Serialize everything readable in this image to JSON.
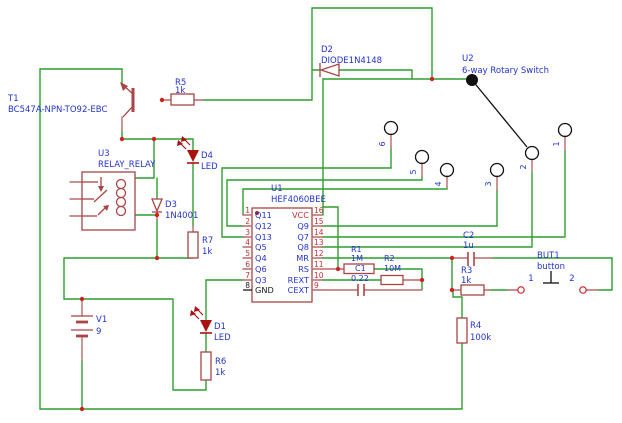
{
  "parts": {
    "t1": {
      "ref": "T1",
      "value": "BC547A-NPN-TO92-EBC"
    },
    "r5": {
      "ref": "R5",
      "value": "1k"
    },
    "u3": {
      "ref": "U3",
      "value": "RELAY_RELAY"
    },
    "d4": {
      "ref": "D4",
      "value": "LED"
    },
    "d3": {
      "ref": "D3",
      "value": "1N4001"
    },
    "r7": {
      "ref": "R7",
      "value": "1k"
    },
    "v1": {
      "ref": "V1",
      "value": "9"
    },
    "d1": {
      "ref": "D1",
      "value": "LED"
    },
    "r6": {
      "ref": "R6",
      "value": "1k"
    },
    "d2": {
      "ref": "D2",
      "value": "DIODE1N4148"
    },
    "u2": {
      "ref": "U2",
      "value": "6-way Rotary Switch"
    },
    "r1": {
      "ref": "R1",
      "value": "1M"
    },
    "c1": {
      "ref": "C1",
      "value": "0.22"
    },
    "r2": {
      "ref": "R2",
      "value": "10M"
    },
    "c2": {
      "ref": "C2",
      "value": "1u"
    },
    "r3": {
      "ref": "R3",
      "value": "1k"
    },
    "r4": {
      "ref": "R4",
      "value": "100k"
    },
    "but1": {
      "ref": "BUT1",
      "value": "button"
    }
  },
  "u1": {
    "ref": "U1",
    "value": "HEF4060BEE",
    "pins_left": [
      {
        "num": "1",
        "name": "Q11"
      },
      {
        "num": "2",
        "name": "Q12"
      },
      {
        "num": "3",
        "name": "Q13"
      },
      {
        "num": "4",
        "name": "Q5"
      },
      {
        "num": "5",
        "name": "Q4"
      },
      {
        "num": "6",
        "name": "Q6"
      },
      {
        "num": "7",
        "name": "Q3"
      },
      {
        "num": "8",
        "name": "GND"
      }
    ],
    "pins_right": [
      {
        "num": "16",
        "name": "VCC"
      },
      {
        "num": "15",
        "name": "Q9"
      },
      {
        "num": "14",
        "name": "Q7"
      },
      {
        "num": "13",
        "name": "Q8"
      },
      {
        "num": "12",
        "name": "MR"
      },
      {
        "num": "11",
        "name": "RS"
      },
      {
        "num": "10",
        "name": "REXT"
      },
      {
        "num": "9",
        "name": "CEXT"
      }
    ]
  },
  "rotary_contacts": [
    "6",
    "5",
    "4",
    "3",
    "2",
    "1"
  ],
  "button_pins": [
    "1",
    "2"
  ],
  "colors": {
    "wire": "#2f9e2f",
    "component": "#a94545",
    "label": "#2233cc",
    "pin_number": "#c03333",
    "junction": "#cc2222",
    "switch": "#111111"
  }
}
